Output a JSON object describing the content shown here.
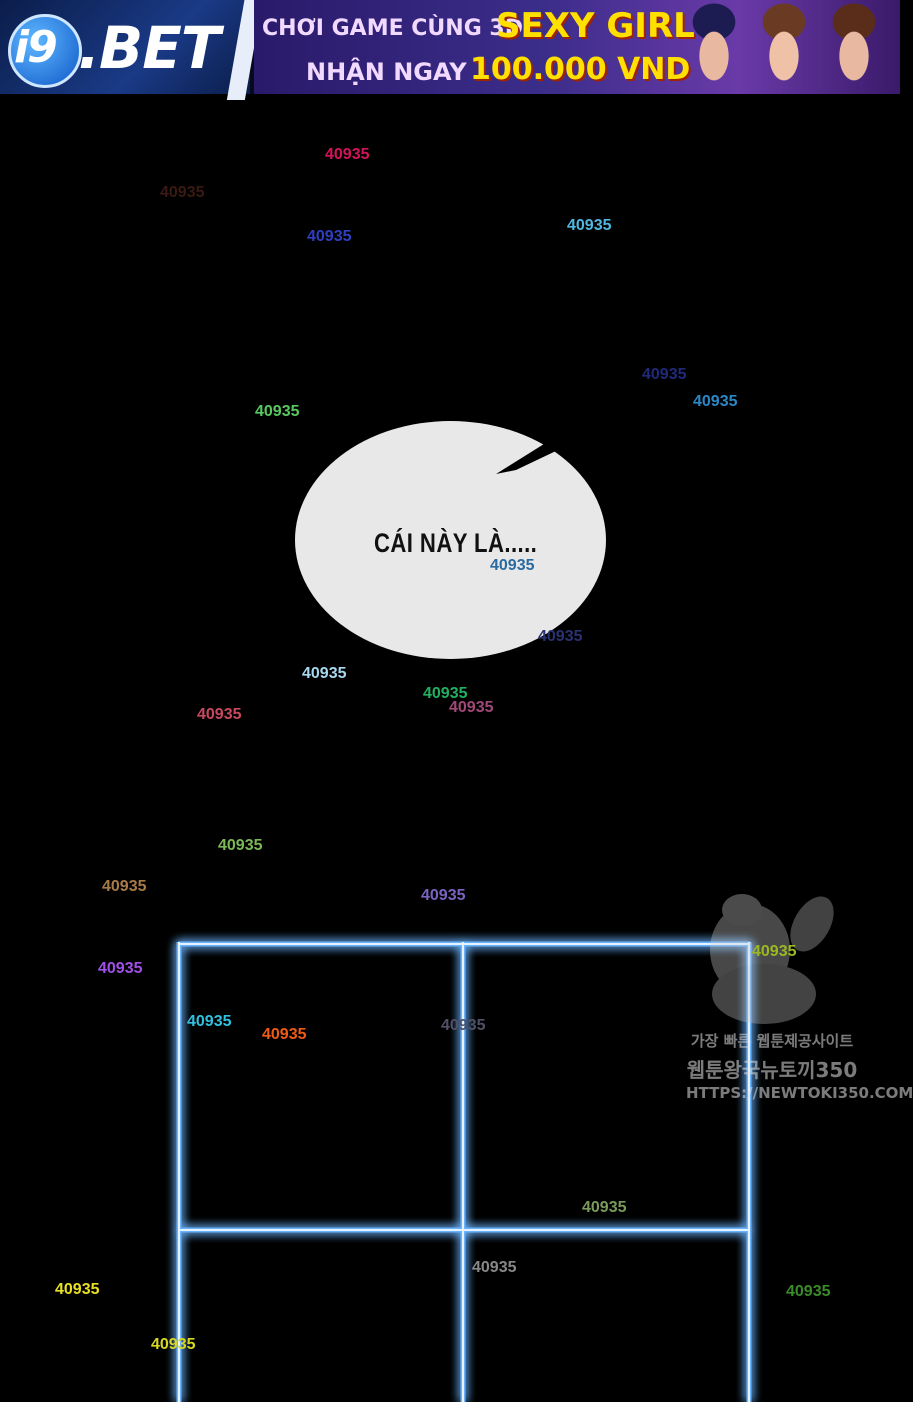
{
  "banner": {
    "logo_i9": "i9",
    "logo_bet": ".BET",
    "line1_left": "CHƠI GAME CÙNG 3D",
    "line1_right": "SEXY GIRL",
    "line2_left": "NHẬN NGAY",
    "line2_right": "100.000 VND"
  },
  "speech_bubble": {
    "text": "CÁI NÀY LÀ....."
  },
  "watermark_stamp": {
    "line1": "가장 빠른 웹툰제공사이트",
    "line2": "웹툰왕국뉴토끼350",
    "line3": "HTTPS://NEWTOKI350.COM"
  },
  "number_watermarks": [
    {
      "text": "40935",
      "color": "#d4145a"
    },
    {
      "text": "40935",
      "color": "#3a1a12"
    },
    {
      "text": "40935",
      "color": "#2f3fc0"
    },
    {
      "text": "40935",
      "color": "#4fb8e0"
    },
    {
      "text": "40935",
      "color": "#202a7a"
    },
    {
      "text": "40935",
      "color": "#2a88c8"
    },
    {
      "text": "40935",
      "color": "#58c860"
    },
    {
      "text": "40935",
      "color": "#2a6aa0"
    },
    {
      "text": "40935",
      "color": "#2a3270"
    },
    {
      "text": "40935",
      "color": "#a8d8f0"
    },
    {
      "text": "40935",
      "color": "#22b060"
    },
    {
      "text": "40935",
      "color": "#a04878"
    },
    {
      "text": "40935",
      "color": "#c84860"
    },
    {
      "text": "40935",
      "color": "#7ab858"
    },
    {
      "text": "40935",
      "color": "#a87a48"
    },
    {
      "text": "40935",
      "color": "#7a62c0"
    },
    {
      "text": "40935",
      "color": "#a050e8"
    },
    {
      "text": "40935",
      "color": "#9ab820"
    },
    {
      "text": "40935",
      "color": "#30c0e0"
    },
    {
      "text": "40935",
      "color": "#f05a14"
    },
    {
      "text": "40935",
      "color": "#505068"
    },
    {
      "text": "40935",
      "color": "#7a9a5a"
    },
    {
      "text": "40935",
      "color": "#888888"
    },
    {
      "text": "40935",
      "color": "#e8e020"
    },
    {
      "text": "40935",
      "color": "#d8d820"
    },
    {
      "text": "40935",
      "color": "#3a8a2a"
    }
  ]
}
